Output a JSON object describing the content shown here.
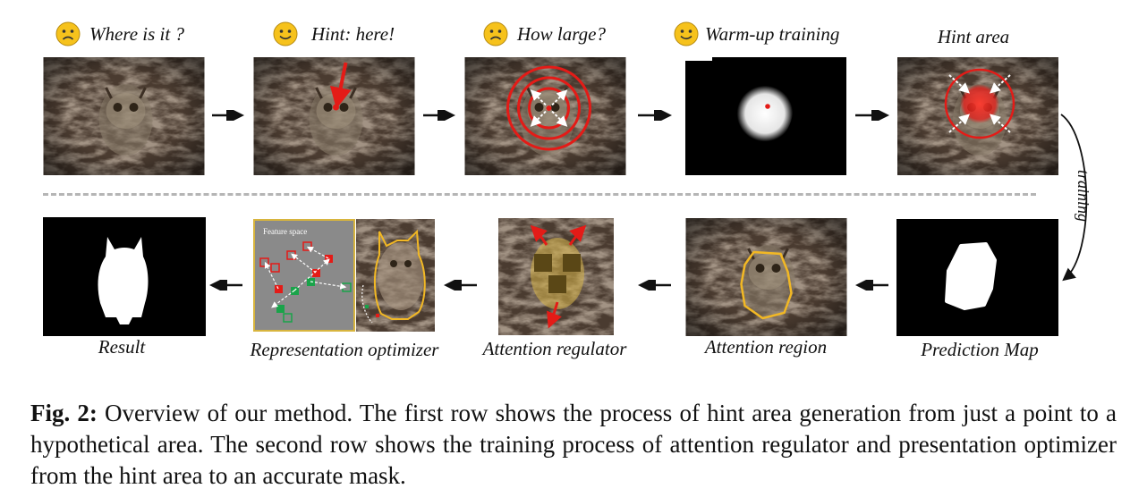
{
  "row1": {
    "labels": [
      "Where is it ?",
      "Hint: here!",
      "How large?",
      "Warm-up training",
      "Hint area"
    ],
    "faces": [
      "frown-face",
      "smile-face",
      "frown-face",
      "smile-face"
    ]
  },
  "row2": {
    "labels": [
      "Result",
      "Representation optimizer",
      "Attention regulator",
      "Attention region",
      "Prediction Map"
    ],
    "feature_space": "Feature space"
  },
  "training_label": "training",
  "caption": {
    "lead": "Fig. 2:",
    "text": " Overview of our method. The first row shows the process of hint area generation from just a point to a hypothetical area. The second row shows the training process of attention regulator and presentation optimizer from the hint area to an accurate mask."
  },
  "colors": {
    "hint_red": "#e41b17",
    "outline_orange": "#f2b824",
    "feature_bg": "#8a8a8a",
    "feature_border": "#d8b53e",
    "green_marker": "#1aa34a",
    "divider": "#b5b5b5"
  }
}
